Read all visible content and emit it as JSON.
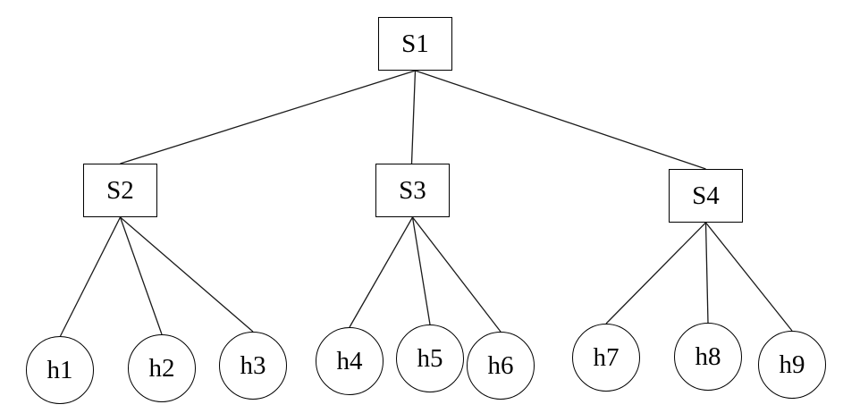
{
  "colors": {
    "background": "#ffffff",
    "node_fill": "#ffffff",
    "node_stroke": "#000000",
    "edge": "#1a1a1a"
  },
  "diagram": {
    "type": "tree-topology",
    "root": {
      "label": "S1",
      "shape": "rectangle"
    },
    "switches": [
      {
        "label": "S2",
        "shape": "rectangle"
      },
      {
        "label": "S3",
        "shape": "rectangle"
      },
      {
        "label": "S4",
        "shape": "rectangle"
      }
    ],
    "hosts": [
      {
        "label": "h1",
        "shape": "circle"
      },
      {
        "label": "h2",
        "shape": "circle"
      },
      {
        "label": "h3",
        "shape": "circle"
      },
      {
        "label": "h4",
        "shape": "circle"
      },
      {
        "label": "h5",
        "shape": "circle"
      },
      {
        "label": "h6",
        "shape": "circle"
      },
      {
        "label": "h7",
        "shape": "circle"
      },
      {
        "label": "h8",
        "shape": "circle"
      },
      {
        "label": "h9",
        "shape": "circle"
      }
    ],
    "edges": [
      [
        "S1",
        "S2"
      ],
      [
        "S1",
        "S3"
      ],
      [
        "S1",
        "S4"
      ],
      [
        "S2",
        "h1"
      ],
      [
        "S2",
        "h2"
      ],
      [
        "S2",
        "h3"
      ],
      [
        "S3",
        "h4"
      ],
      [
        "S3",
        "h5"
      ],
      [
        "S3",
        "h6"
      ],
      [
        "S4",
        "h7"
      ],
      [
        "S4",
        "h8"
      ],
      [
        "S4",
        "h9"
      ]
    ]
  }
}
